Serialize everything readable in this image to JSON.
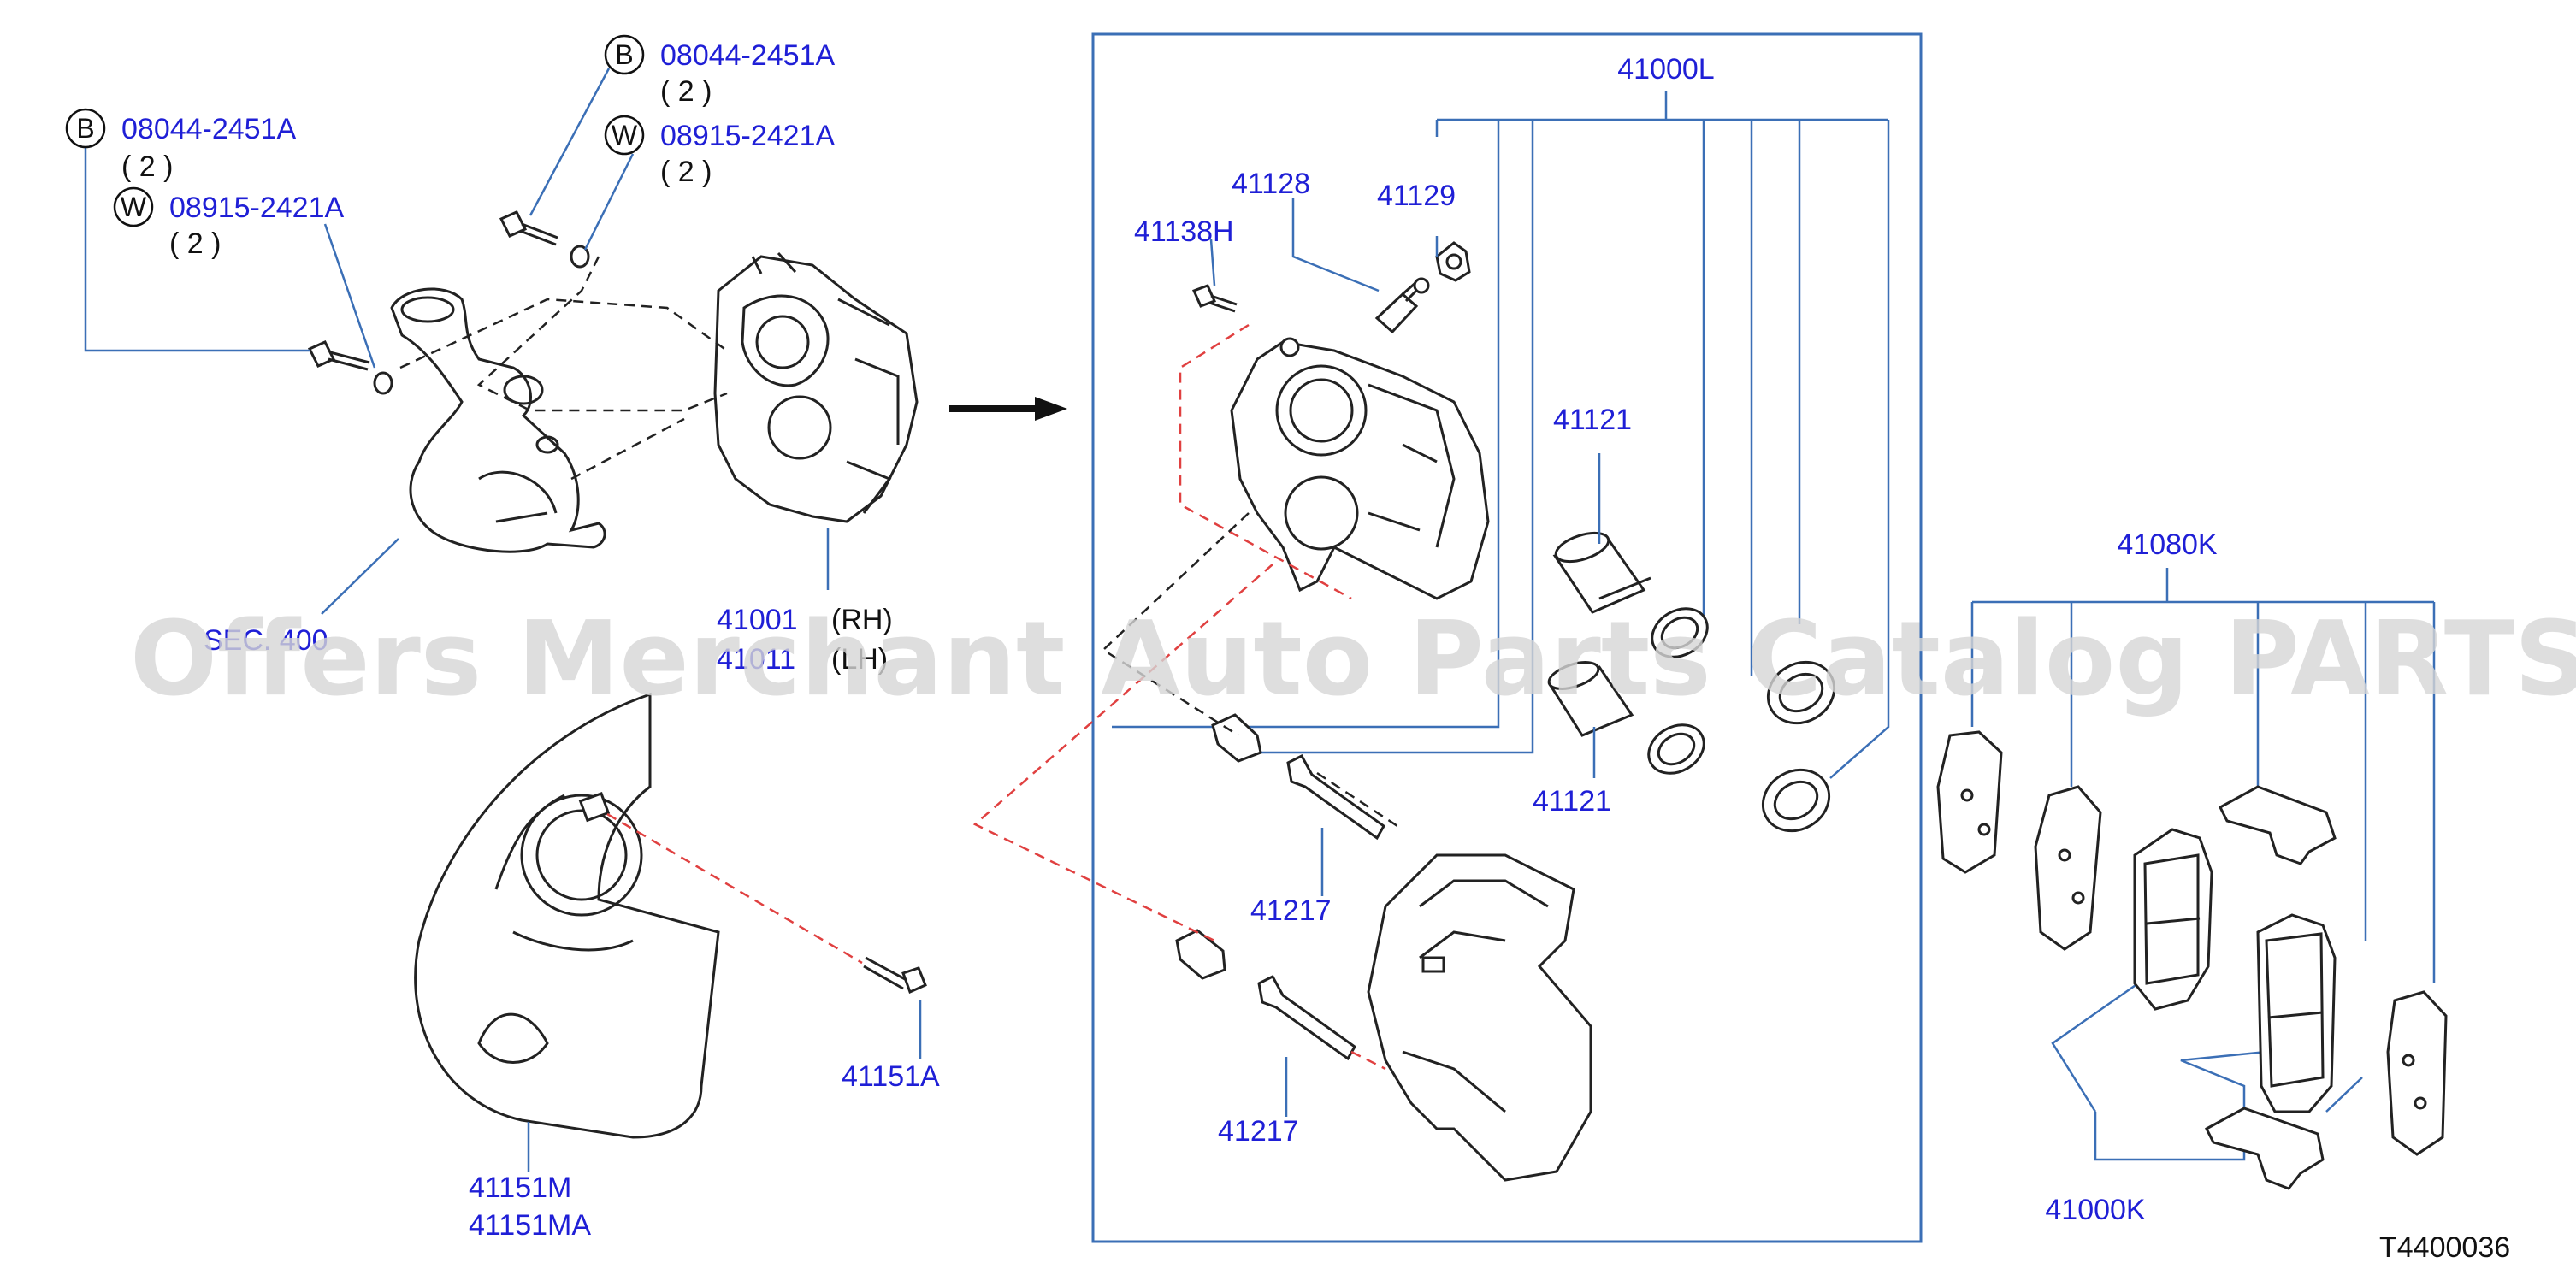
{
  "labels": {
    "b1_part": "08044-2451A",
    "b1_qty": "( 2 )",
    "w1_part": "08915-2421A",
    "w1_qty": "( 2 )",
    "b2_part": "08044-2451A",
    "b2_qty": "( 2 )",
    "w2_part": "08915-2421A",
    "w2_qty": "( 2 )",
    "sec_ref": "SEC. 400",
    "p41001": "41001",
    "rh": "(RH)",
    "p41011": "41011",
    "lh": "(LH)",
    "p41151m": "41151M",
    "p41151ma": "41151MA",
    "p41151a": "41151A",
    "p41000l": "41000L",
    "p41128": "41128",
    "p41129": "41129",
    "p41138h": "41138H",
    "p41121_top": "41121",
    "p41121_bot": "41121",
    "p41217_top": "41217",
    "p41217_bot": "41217",
    "p41080k": "41080K",
    "p41000k": "41000K",
    "diagram_code": "T4400036"
  },
  "circles": {
    "b": "B",
    "w": "W"
  },
  "watermark": "Offers Merchant Auto Parts Catalog PARTSTORE.SA",
  "colors": {
    "label_blue": "#1f1fd6",
    "leader_blue": "#3b6fb6",
    "dash_red": "#e04040",
    "ink": "#222222"
  }
}
